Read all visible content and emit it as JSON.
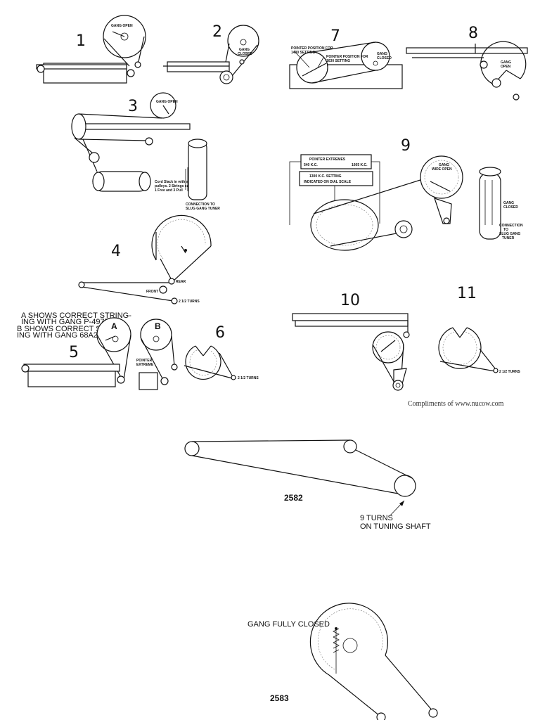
{
  "diagrams": {
    "d1": {
      "number": "1",
      "gang_label": "GANG OPEN"
    },
    "d2": {
      "number": "2",
      "label1": "GANG",
      "label2": "CLOSED"
    },
    "d3": {
      "number": "3",
      "gang_label": "GANG OPEN",
      "note": [
        "Cord Slack in with sum",
        "pulleys.  2 Strings cable",
        "1 Free and 3 Pull"
      ],
      "connector": [
        "CONNECTION TO",
        "SLUG GANG TUNER"
      ]
    },
    "d4": {
      "number": "4",
      "front": "FRONT",
      "rear": "REAR",
      "turns": "2 1/2 TURNS"
    },
    "d5": {
      "number": "5",
      "note_a": [
        "A SHOWS CORRECT STRING-",
        "ING WITH GANG P-4975"
      ],
      "note_b": [
        "B SHOWS CORRECT STRING-",
        "ING WITH GANG 68A2"
      ],
      "pulley_a": "A",
      "pulley_b": "B",
      "pointer": [
        "POINTER",
        "EXTREME"
      ]
    },
    "d6": {
      "number": "6",
      "turns": "2 1/2 TURNS"
    },
    "d7": {
      "number": "7",
      "pointer_min": [
        "POINTER POSITION FOR",
        "1400 SETTING"
      ],
      "pointer_max": [
        "POINTER POSITION FOR",
        "1630 SETTING"
      ],
      "gang": [
        "GANG",
        "CLOSED"
      ]
    },
    "d8": {
      "number": "8",
      "gang": [
        "GANG",
        "OPEN"
      ]
    },
    "d9": {
      "number": "9",
      "pointer_extremes": "POINTER EXTREMES",
      "low_kc": "540 K.C.",
      "high_kc": "1605 K.C.",
      "setting": [
        "1300 K.C. SETTING",
        "INDICATED ON DIAL SCALE"
      ],
      "gang": [
        "GANG",
        "WIDE OPEN"
      ],
      "gang_closed": [
        "GANG",
        "CLOSED"
      ],
      "connection": [
        "CONNECTION",
        "TO",
        "SLUG GANG",
        "TUNER"
      ]
    },
    "d10": {
      "number": "10"
    },
    "d11": {
      "number": "11",
      "turns": "2 1/2 TURNS"
    }
  },
  "credit": "Compliments of www.nucow.com",
  "d2582": {
    "model": "2582",
    "note_line1": "9 TURNS",
    "note_line2": "ON TUNING SHAFT"
  },
  "d2583": {
    "model": "2583",
    "label": "GANG FULLY CLOSED"
  }
}
